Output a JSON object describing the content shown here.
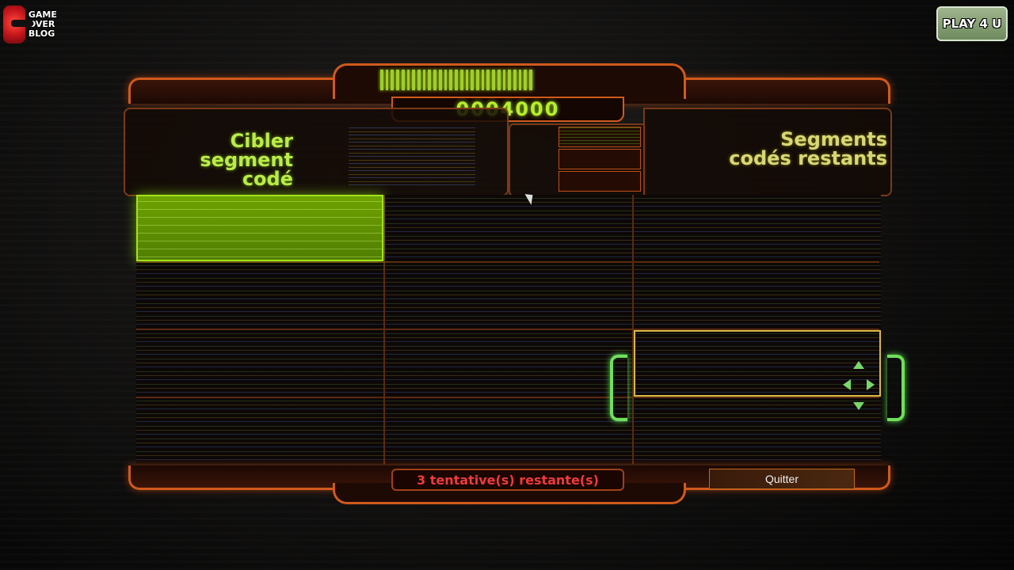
{
  "branding": {
    "left_logo_text": "GAME OVER BLOG",
    "right_logo_text": "PLAY 4 U"
  },
  "hud": {
    "score": "0004000",
    "target_label_line1": "Cibler",
    "target_label_line2": "segment",
    "target_label_line3": "codé",
    "remaining_label_line1": "Segments",
    "remaining_label_line2": "codés restants",
    "progress_segments": 29
  },
  "grid": {
    "columns": 3,
    "rows": 4,
    "selected_cell": "r1c1",
    "cursor_cell": "r3c3"
  },
  "footer": {
    "attempts_text": "3 tentative(s) restante(s)",
    "quit_label": "Quitter"
  },
  "colors": {
    "accent_green": "#9fe31a",
    "frame_orange": "#d05a1c",
    "warning_red": "#ef3a3a"
  }
}
